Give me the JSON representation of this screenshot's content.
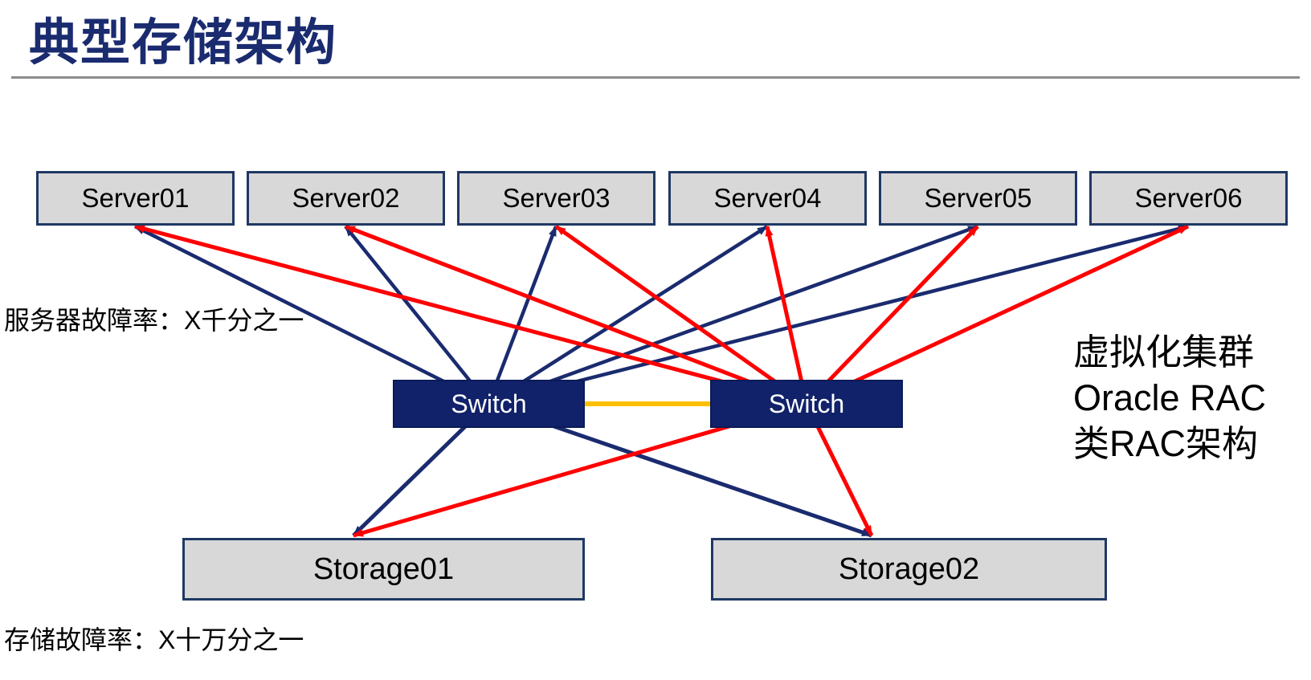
{
  "title": "典型存储架构",
  "notes": {
    "server_failure": "服务器故障率：X千分之一",
    "storage_failure": "存储故障率：X十万分之一"
  },
  "annotation": {
    "line1": "虚拟化集群",
    "line2": "Oracle RAC",
    "line3": "类RAC架构"
  },
  "nodes": {
    "servers": [
      {
        "label": "Server01"
      },
      {
        "label": "Server02"
      },
      {
        "label": "Server03"
      },
      {
        "label": "Server04"
      },
      {
        "label": "Server05"
      },
      {
        "label": "Server06"
      }
    ],
    "switches": [
      {
        "label": "Switch"
      },
      {
        "label": "Switch"
      }
    ],
    "storages": [
      {
        "label": "Storage01"
      },
      {
        "label": "Storage02"
      }
    ]
  },
  "colors": {
    "navy_line": "#1a2b6f",
    "red_line": "#ff0000",
    "link_orange": "#ffc000",
    "box_fill_gray": "#d8d8d8",
    "box_border_navy": "#1f3864",
    "switch_fill_navy": "#11226b",
    "title_navy": "#1a2b6f"
  }
}
